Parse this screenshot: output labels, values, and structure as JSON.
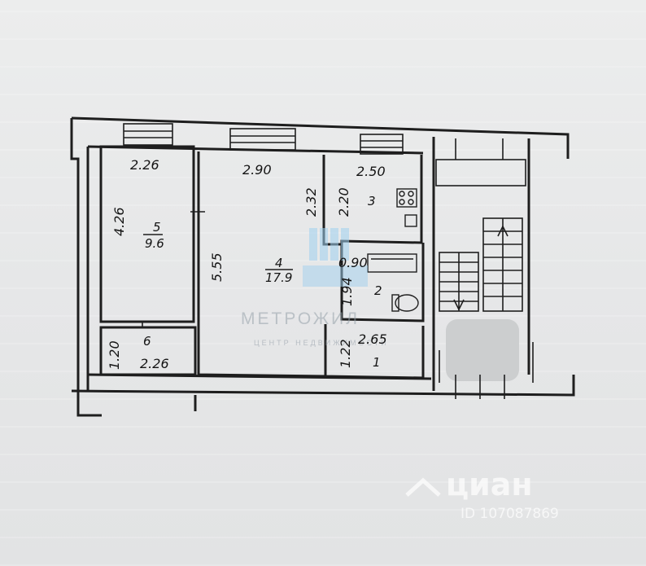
{
  "rooms": [
    {
      "id": "room-5",
      "number": "5",
      "area": "9.6",
      "width": "2.26",
      "length": "4.26"
    },
    {
      "id": "room-4",
      "number": "4",
      "area": "17.9",
      "width": "2.90",
      "length": "5.55",
      "extra": "2.32"
    },
    {
      "id": "room-3",
      "number": "3",
      "width": "2.50",
      "length": "2.20"
    },
    {
      "id": "room-2",
      "number": "2",
      "width": "0.90",
      "length": "1.94"
    },
    {
      "id": "room-1",
      "number": "1",
      "width": "2.65",
      "length": "1.22"
    },
    {
      "id": "room-6",
      "number": "6",
      "width": "2.26",
      "length": "1.20"
    }
  ],
  "watermark": {
    "logo": "МЕТРОЖИЛ",
    "subtitle": "ЦЕНТР НЕДВИЖИМОСТИ"
  },
  "cian": {
    "logo": "циан",
    "id": "ID 107087869"
  },
  "colors": {
    "line": "#1e1e1e",
    "paper": "#e9eaea",
    "watermark_blue": "#9fd0ee"
  }
}
